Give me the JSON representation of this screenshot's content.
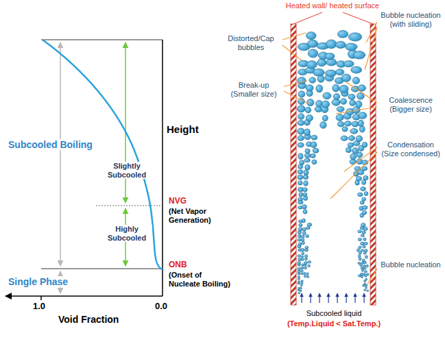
{
  "diagram": {
    "labels": [
      "Subcooled Boiling",
      "Slightly Subcooled",
      "Highly Subcooled",
      "Single Phase",
      "Height",
      "NVG",
      "(Net Vapor Generation)",
      "ONB",
      "(Onset of Nucleate Boiling)",
      "1.0",
      "0.0",
      "Void Fraction",
      "Heated wall/ heated surface",
      "Distorted/Cap bubbles",
      "Bubble nucleation (with sliding)",
      "Break-up (Smaller size)",
      "Coalescence (Bigger size)",
      "Condensation (Size condensed)",
      "Bubble nucleation",
      "Subcooled liquid",
      "(Temp.Liquid < Sat.Temp.)"
    ]
  }
}
